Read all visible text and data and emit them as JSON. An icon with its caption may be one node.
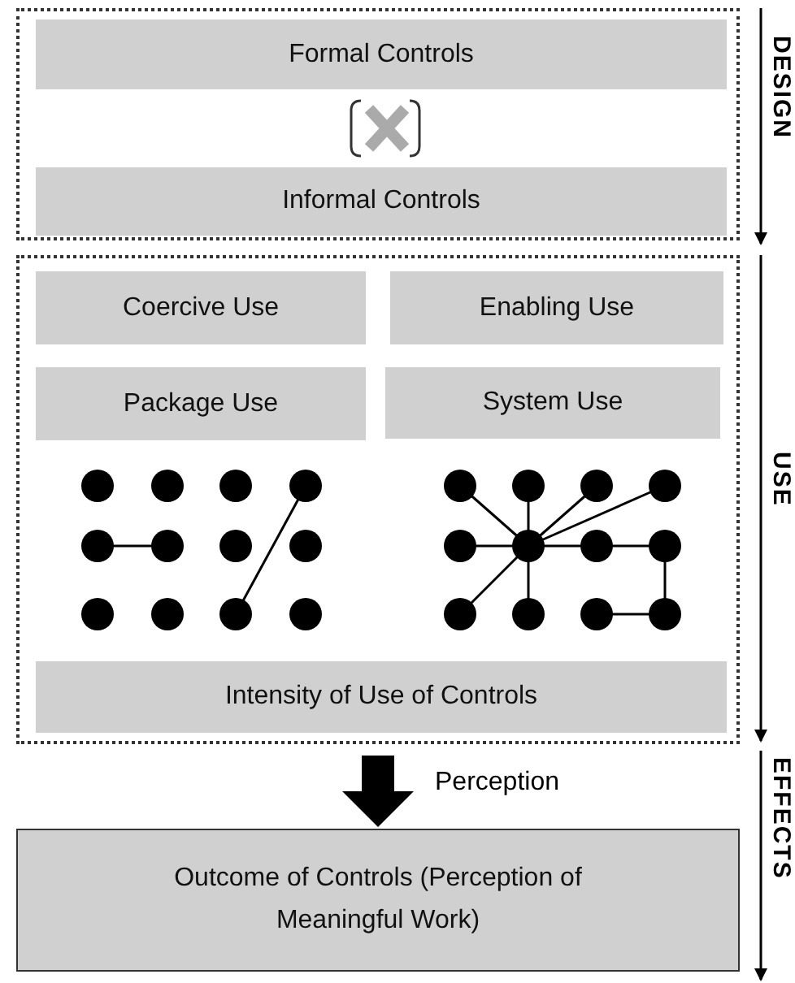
{
  "diagram": {
    "nodes": [
      {
        "text": [],
        "shape": "box"
      },
      {
        "text": [
          "Formal Controls"
        ],
        "in": 0
      },
      {
        "text": [
          "Informal Controls"
        ],
        "in": 0
      },
      {
        "text": [],
        "shape": "box"
      },
      {
        "text": [
          "Coercive Use"
        ],
        "in": 3
      },
      {
        "text": [
          "Enabling Use"
        ],
        "in": 3
      },
      {
        "text": [
          "Package Use"
        ],
        "in": 3
      },
      {
        "text": [
          "System Use"
        ],
        "in": 3
      },
      {
        "text": [
          "Intensity of Use of Controls"
        ],
        "in": 3
      },
      {
        "text": [
          "Outcome of Controls (Perception of Meaningful Work)"
        ]
      }
    ],
    "edges": [
      {
        "from": 3,
        "to": 9,
        "arrow": "to",
        "label": "Perception",
        "style": "thick"
      }
    ],
    "labels": [
      "DESIGN",
      "USE",
      "EFFECTS"
    ]
  }
}
